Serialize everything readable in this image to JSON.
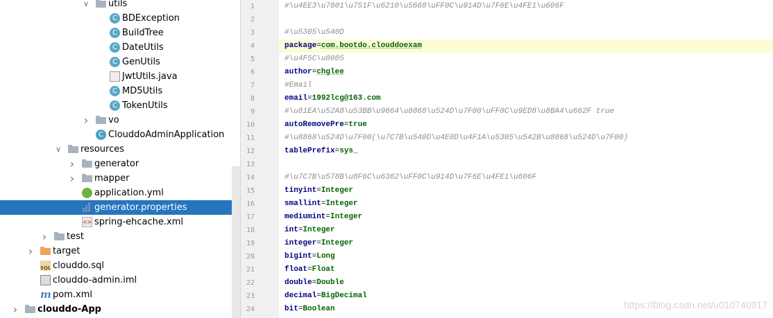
{
  "project_tree": {
    "items": [
      {
        "label": "utils",
        "kind": "folder",
        "indent": 140,
        "expanded": true
      },
      {
        "label": "BDException",
        "kind": "class",
        "indent": 160,
        "expanded": null
      },
      {
        "label": "BuildTree",
        "kind": "class",
        "indent": 160,
        "expanded": null
      },
      {
        "label": "DateUtils",
        "kind": "class",
        "indent": 160,
        "expanded": null
      },
      {
        "label": "GenUtils",
        "kind": "class",
        "indent": 160,
        "expanded": null
      },
      {
        "label": "JwtUtils.java",
        "kind": "java",
        "indent": 160,
        "expanded": null
      },
      {
        "label": "MD5Utils",
        "kind": "class",
        "indent": 160,
        "expanded": null
      },
      {
        "label": "TokenUtils",
        "kind": "class",
        "indent": 160,
        "expanded": null
      },
      {
        "label": "vo",
        "kind": "folder",
        "indent": 140,
        "expanded": false
      },
      {
        "label": "ClouddoAdminApplication",
        "kind": "spring-class",
        "indent": 140,
        "expanded": null
      },
      {
        "label": "resources",
        "kind": "res-folder",
        "indent": 100,
        "expanded": true
      },
      {
        "label": "generator",
        "kind": "folder",
        "indent": 120,
        "expanded": false
      },
      {
        "label": "mapper",
        "kind": "folder",
        "indent": 120,
        "expanded": false
      },
      {
        "label": "application.yml",
        "kind": "yml",
        "indent": 120,
        "expanded": null
      },
      {
        "label": "generator.properties",
        "kind": "props",
        "indent": 120,
        "expanded": null,
        "selected": true
      },
      {
        "label": "spring-ehcache.xml",
        "kind": "xml",
        "indent": 120,
        "expanded": null
      },
      {
        "label": "test",
        "kind": "folder",
        "indent": 80,
        "expanded": false
      },
      {
        "label": "target",
        "kind": "orange-folder",
        "indent": 60,
        "expanded": false
      },
      {
        "label": "clouddo.sql",
        "kind": "sql",
        "indent": 60,
        "expanded": null
      },
      {
        "label": "clouddo-admin.iml",
        "kind": "iml",
        "indent": 60,
        "expanded": null
      },
      {
        "label": "pom.xml",
        "kind": "maven",
        "indent": 60,
        "expanded": null
      },
      {
        "label": "clouddo-App",
        "kind": "module",
        "indent": 38,
        "expanded": false,
        "bold": true
      }
    ]
  },
  "editor": {
    "current_line": 4,
    "lines": [
      {
        "n": "1",
        "type": "comment",
        "text": "#\\u4EE3\\u7801\\u751F\\u6210\\u5668\\uFF0C\\u914D\\u7F6E\\u4FE1\\u606F"
      },
      {
        "n": "2",
        "type": "blank",
        "text": ""
      },
      {
        "n": "3",
        "type": "comment",
        "text": "#\\u5305\\u540D"
      },
      {
        "n": "4",
        "type": "pair",
        "key": "package",
        "value": "com.bootdo.clouddoexam",
        "typo": true
      },
      {
        "n": "5",
        "type": "comment",
        "text": "#\\u4F5C\\u8005"
      },
      {
        "n": "6",
        "type": "pair",
        "key": "author",
        "value": "chglee",
        "typo": true
      },
      {
        "n": "7",
        "type": "comment",
        "text": "#Email"
      },
      {
        "n": "8",
        "type": "pair",
        "key": "email",
        "value": "1992lcg@163.com",
        "typo": false
      },
      {
        "n": "9",
        "type": "comment",
        "text": "#\\u81EA\\u52A8\\u53BB\\u9664\\u8868\\u524D\\u7F00\\uFF0C\\u9ED8\\u8BA4\\u662F true"
      },
      {
        "n": "10",
        "type": "pair",
        "key": "autoRemovePre",
        "value": "true",
        "typo": false
      },
      {
        "n": "11",
        "type": "comment",
        "text": "#\\u8868\\u524D\\u7F00(\\u7C7B\\u540D\\u4E0D\\u4F1A\\u5305\\u542B\\u8868\\u524D\\u7F00)"
      },
      {
        "n": "12",
        "type": "pair",
        "key": "tablePrefix",
        "value": "sys_",
        "typo": false
      },
      {
        "n": "13",
        "type": "blank",
        "text": ""
      },
      {
        "n": "14",
        "type": "comment",
        "text": "#\\u7C7B\\u578B\\u8F6C\\u6362\\uFF0C\\u914D\\u7F6E\\u4FE1\\u606F"
      },
      {
        "n": "15",
        "type": "pair",
        "key": "tinyint",
        "value": "Integer",
        "typo": false
      },
      {
        "n": "16",
        "type": "pair",
        "key": "smallint",
        "value": "Integer",
        "typo": false
      },
      {
        "n": "17",
        "type": "pair",
        "key": "mediumint",
        "value": "Integer",
        "typo": false
      },
      {
        "n": "18",
        "type": "pair",
        "key": "int",
        "value": "Integer",
        "typo": false
      },
      {
        "n": "19",
        "type": "pair",
        "key": "integer",
        "value": "Integer",
        "typo": false
      },
      {
        "n": "20",
        "type": "pair",
        "key": "bigint",
        "value": "Long",
        "typo": false
      },
      {
        "n": "21",
        "type": "pair",
        "key": "float",
        "value": "Float",
        "typo": false
      },
      {
        "n": "22",
        "type": "pair",
        "key": "double",
        "value": "Double",
        "typo": false
      },
      {
        "n": "23",
        "type": "pair",
        "key": "decimal",
        "value": "BigDecimal",
        "typo": false
      },
      {
        "n": "24",
        "type": "pair",
        "key": "bit",
        "value": "Boolean",
        "typo": false
      }
    ]
  },
  "watermark": "https://blog.csdn.net/u010740917"
}
